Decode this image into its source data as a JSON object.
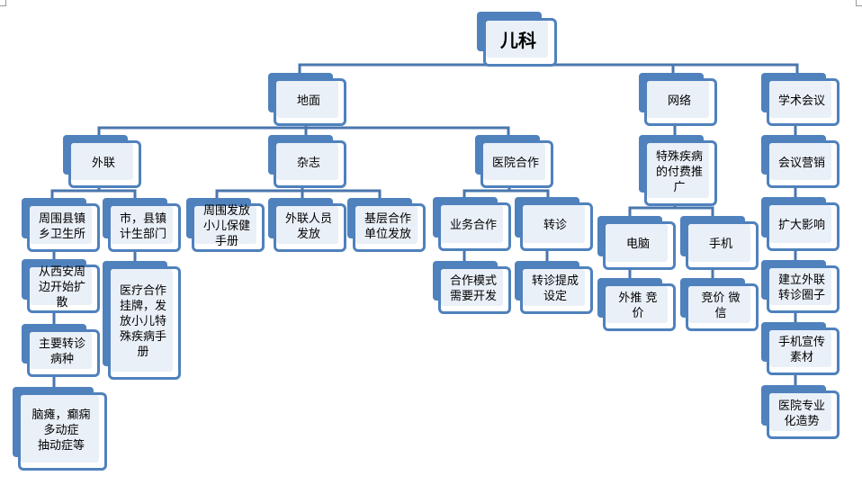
{
  "title": "儿科",
  "nodes": {
    "root": "儿科",
    "dimian": "地面",
    "wangluo": "网络",
    "xueshu": "学术会议",
    "wailian": "外联",
    "zazhi": "杂志",
    "yiyuan": "医院合作",
    "teshu": "特殊疾病\n的付费推\n广",
    "huiyi": "会议营销",
    "zhouwei": "周围县镇\n乡卫生所",
    "shixian": "市，县镇\n计生部门",
    "zhouweifa": "周围发放\n小儿保健\n手册",
    "wailianry": "外联人员\n发放",
    "jiceng": "基层合作\n单位发放",
    "yewu": "业务合作",
    "zhuanzhen": "转诊",
    "diannao": "电脑",
    "shouji": "手机",
    "kuoda": "扩大影响",
    "xian": "从西安周\n边开始扩\n散",
    "yiliao": "医疗合作\n挂牌，发\n放小儿特\n殊疾病手\n册",
    "hezuo": "合作模式\n需要开发",
    "tichen": "转诊提成\n设定",
    "waitui": "外推    竞\n价",
    "jingjia": "竞价    微\n信",
    "jianli": "建立外联\n转诊圈子",
    "zhuyao": "主要转诊\n病种",
    "shoujixc": "手机宣传\n素材",
    "naotan": "脑瘫，癫痫\n多动症\n抽动症等",
    "zhuanye": "医院专业\n化造势"
  },
  "colors": {
    "accent": "#4f81bd",
    "fill": "#eaf0f8"
  }
}
